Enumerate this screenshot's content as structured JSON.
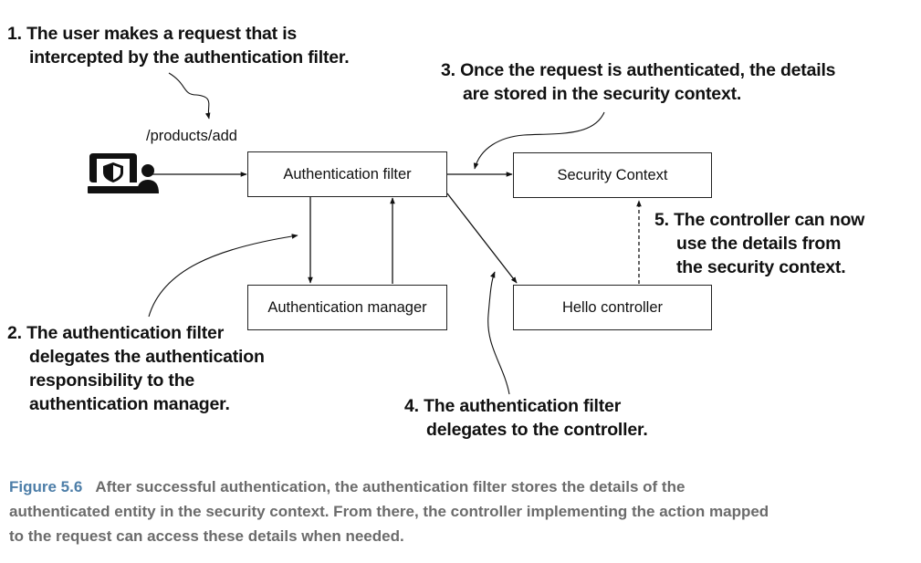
{
  "request_path": "/products/add",
  "boxes": {
    "auth_filter": "Authentication filter",
    "security_context": "Security Context",
    "auth_manager": "Authentication manager",
    "hello_controller": "Hello controller"
  },
  "steps": {
    "step1": [
      "1. The user makes a request that is",
      "intercepted by the authentication filter."
    ],
    "step2": [
      "2. The authentication filter",
      "delegates the authentication",
      "responsibility to the",
      "authentication manager."
    ],
    "step3": [
      "3. Once the request is authenticated, the details",
      "are stored in the security context."
    ],
    "step4": [
      "4. The authentication filter",
      "delegates to the controller."
    ],
    "step5": [
      "5. The controller can now",
      "use the details from",
      "the security context."
    ]
  },
  "caption": {
    "number": "Figure 5.6",
    "lines": [
      "After successful authentication, the authentication filter stores the details of the",
      "authenticated entity in the security context. From there, the controller implementing the action mapped",
      "to the request can access these details when needed."
    ]
  },
  "colors": {
    "caption_number": "#4d7ea8",
    "caption_text": "#6b6b6b",
    "ink": "#111111"
  },
  "icons": [
    "laptop-user-shield-icon"
  ]
}
